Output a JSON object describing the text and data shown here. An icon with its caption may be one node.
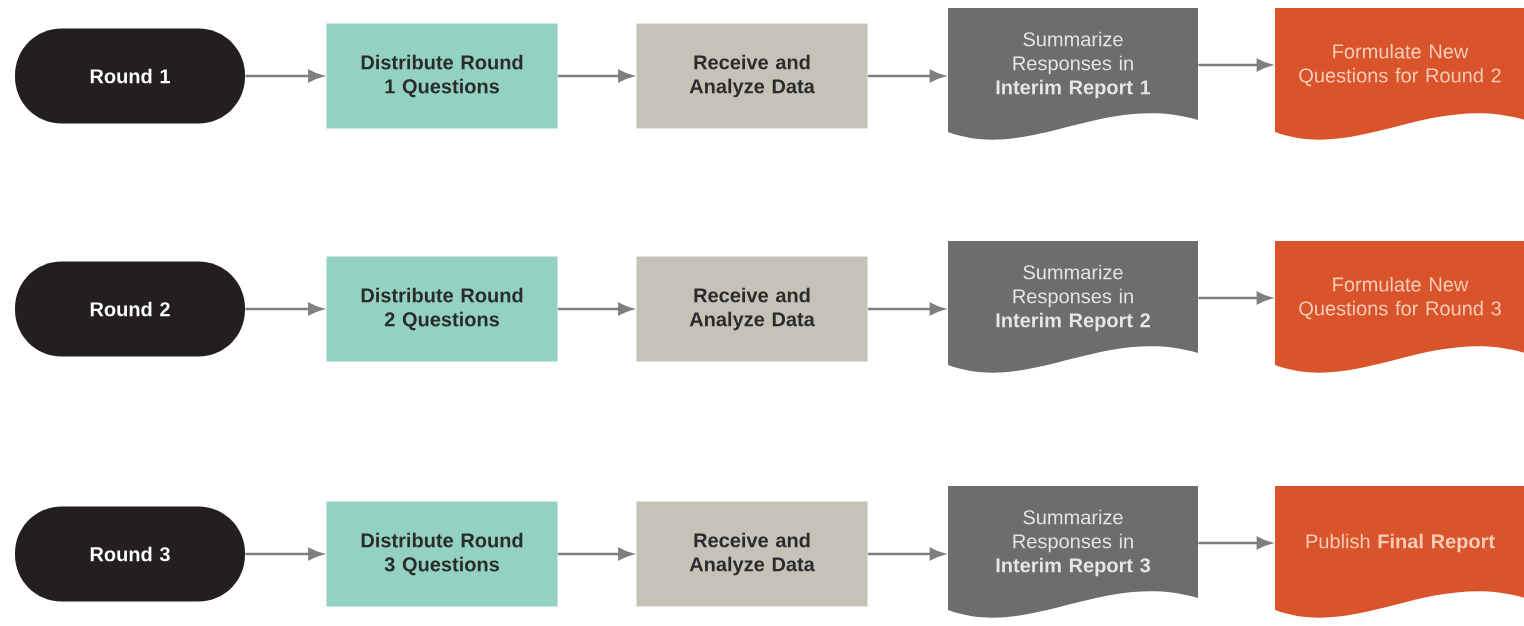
{
  "diagram": {
    "nodes": [
      {
        "text": [
          "Round 1"
        ]
      },
      {
        "text": [
          "Distribute Round 1 Questions"
        ]
      },
      {
        "text": [
          "Receive and Analyze Data"
        ]
      },
      {
        "text": [
          "Summarize Responses in **Interim Report 1**"
        ]
      },
      {
        "text": [
          "Formulate New Questions for Round 2"
        ]
      },
      {
        "text": [
          "Round 2"
        ]
      },
      {
        "text": [
          "Distribute Round 2 Questions"
        ]
      },
      {
        "text": [
          "Receive and Analyze Data"
        ]
      },
      {
        "text": [
          "Summarize Responses in **Interim Report 2**"
        ]
      },
      {
        "text": [
          "Formulate New Questions for Round 3"
        ]
      },
      {
        "text": [
          "Round 3"
        ]
      },
      {
        "text": [
          "Distribute Round 3 Questions"
        ]
      },
      {
        "text": [
          "Receive and Analyze Data"
        ]
      },
      {
        "text": [
          "Summarize Responses in **Interim Report 3**"
        ]
      },
      {
        "text": [
          "Publish **Final Report**"
        ]
      }
    ],
    "edges": [
      {
        "from": 0,
        "to": 1,
        "arrow": "to"
      },
      {
        "from": 1,
        "to": 2,
        "arrow": "to"
      },
      {
        "from": 2,
        "to": 3,
        "arrow": "to"
      },
      {
        "from": 3,
        "to": 4,
        "arrow": "to"
      },
      {
        "from": 5,
        "to": 6,
        "arrow": "to"
      },
      {
        "from": 6,
        "to": 7,
        "arrow": "to"
      },
      {
        "from": 7,
        "to": 8,
        "arrow": "to"
      },
      {
        "from": 8,
        "to": 9,
        "arrow": "to"
      },
      {
        "from": 10,
        "to": 11,
        "arrow": "to"
      },
      {
        "from": 11,
        "to": 12,
        "arrow": "to"
      },
      {
        "from": 12,
        "to": 13,
        "arrow": "to"
      },
      {
        "from": 13,
        "to": 14,
        "arrow": "to"
      }
    ]
  }
}
